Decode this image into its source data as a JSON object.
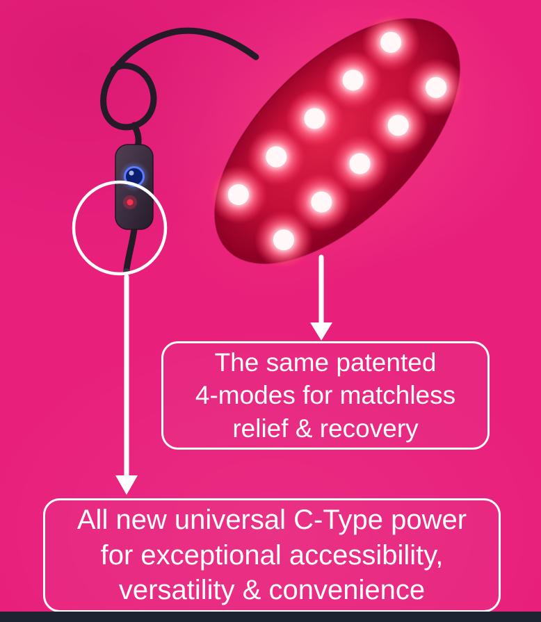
{
  "colors": {
    "background": "#E8207C",
    "text": "#FFFFFF",
    "callout_border": "#FFFFFF",
    "arrow": "#FFFFFF",
    "highlight_circle": "#FFFFFF",
    "pad_red": "#C40F38",
    "led_core": "#FFFFFF",
    "led_glow": "#FF5F7D",
    "cable_dark": "#241A28",
    "controller_body": "#3C2F42",
    "button_blue": "#2B4BD8",
    "indicator_red": "#FF2E4E",
    "bottom_bar": "#1C2431"
  },
  "scene": {
    "led_pad_name": "led-therapy-pad",
    "led_count": 10,
    "controller_name": "controller-remote"
  },
  "callouts": [
    {
      "lines": [
        "The same patented",
        "4-modes for matchless",
        "relief & recovery"
      ]
    },
    {
      "lines": [
        "All new universal C-Type power",
        "for exceptional accessibility,",
        "versatility & convenience"
      ]
    }
  ]
}
